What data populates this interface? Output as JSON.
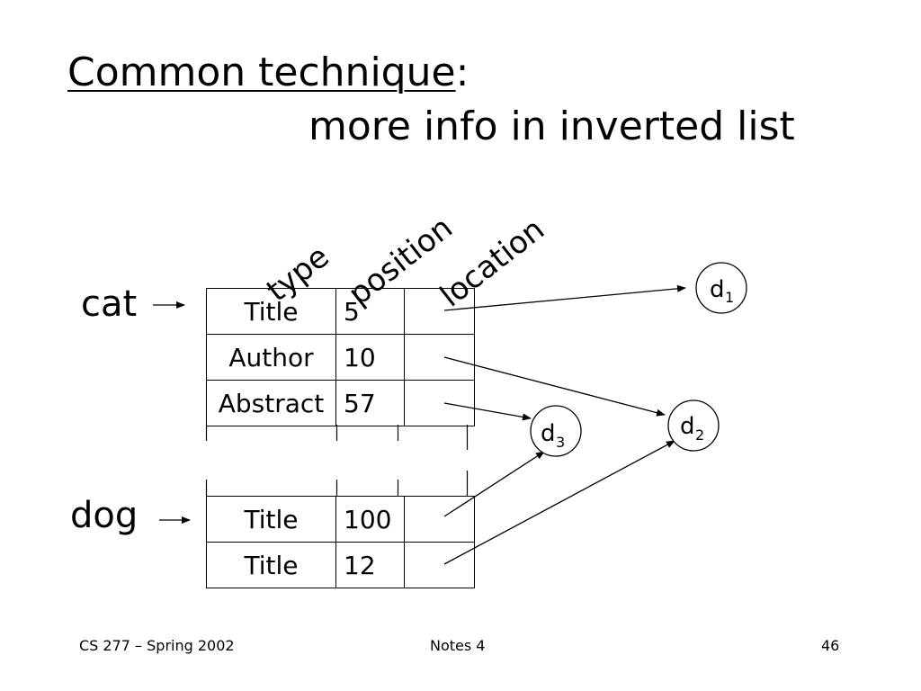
{
  "slide": {
    "title_underlined": "Common technique",
    "title_colon": ":",
    "subtitle": "more info in inverted list"
  },
  "columns": [
    "type",
    "position",
    "location"
  ],
  "terms": [
    {
      "word": "cat",
      "postings": [
        {
          "type": "Title",
          "position": "5",
          "target": "d1"
        },
        {
          "type": "Author",
          "position": "10",
          "target": "d2"
        },
        {
          "type": "Abstract",
          "position": "57",
          "target": "d3"
        }
      ]
    },
    {
      "word": "dog",
      "postings": [
        {
          "type": "Title",
          "position": "100",
          "target": "d3"
        },
        {
          "type": "Title",
          "position": "12",
          "target": "d2"
        }
      ]
    }
  ],
  "documents": [
    {
      "id": "d1",
      "letter": "d",
      "sub": "1"
    },
    {
      "id": "d2",
      "letter": "d",
      "sub": "2"
    },
    {
      "id": "d3",
      "letter": "d",
      "sub": "3"
    }
  ],
  "footer": {
    "left": "CS 277 – Spring 2002",
    "center": "Notes 4",
    "right": "46"
  }
}
